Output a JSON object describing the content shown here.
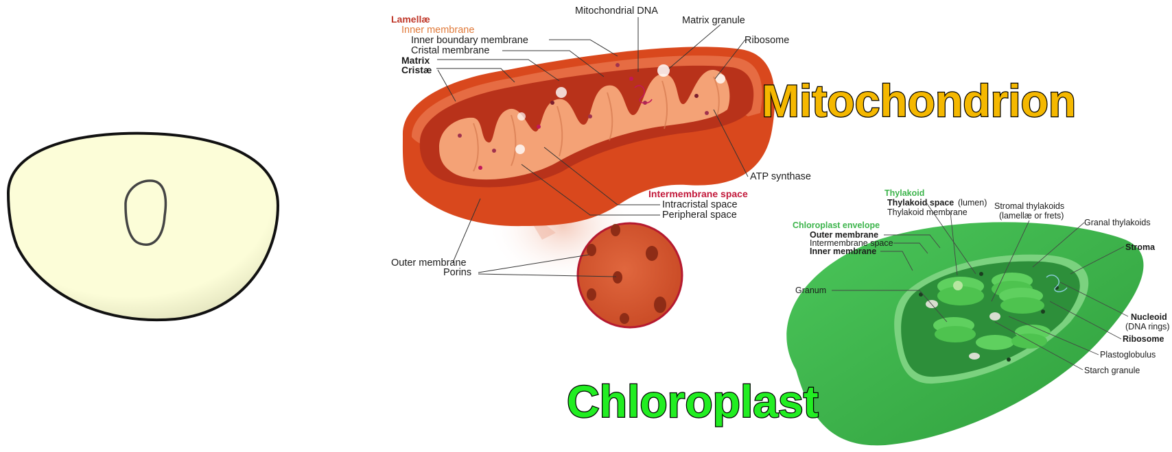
{
  "mitochondrion": {
    "title": "Mitochondrion",
    "title_color": "#f5b800",
    "labels": {
      "lamellae": "Lamellæ",
      "inner_membrane": "Inner membrane",
      "inner_boundary_membrane": "Inner boundary membrane",
      "cristal_membrane": "Cristal membrane",
      "matrix": "Matrix",
      "cristae": "Cristæ",
      "mitochondrial_dna": "Mitochondrial DNA",
      "matrix_granule": "Matrix granule",
      "ribosome": "Ribosome",
      "atp_synthase": "ATP synthase",
      "intermembrane_space": "Intermembrane space",
      "intracristal_space": "Intracristal space",
      "peripheral_space": "Peripheral space",
      "outer_membrane": "Outer membrane",
      "porins": "Porins"
    },
    "colors": {
      "outer": "#d9481d",
      "inner": "#f29b6b",
      "accent_label": "#c0392b",
      "orange_label": "#e07a3a"
    }
  },
  "chloroplast": {
    "title": "Chloroplast",
    "title_color": "#22ee22",
    "labels": {
      "thylakoid": "Thylakoid",
      "thylakoid_space": "Thylakoid space",
      "thylakoid_space_note": "(lumen)",
      "thylakoid_membrane": "Thylakoid membrane",
      "stromal_thylakoids": "Stromal thylakoids",
      "stromal_thylakoids_note": "(lamellæ or frets)",
      "chloroplast_envelope": "Chloroplast envelope",
      "outer_membrane": "Outer membrane",
      "intermembrane_space": "Intermembrane space",
      "inner_membrane": "Inner membrane",
      "granal_thylakoids": "Granal thylakoids",
      "stroma": "Stroma",
      "granum": "Granum",
      "nucleoid": "Nucleoid",
      "nucleoid_note": "(DNA rings)",
      "ribosome": "Ribosome",
      "plastoglobulus": "Plastoglobulus",
      "starch_granule": "Starch granule"
    },
    "colors": {
      "body": "#3cb44b",
      "label_green": "#3cb44b"
    }
  },
  "cell": {
    "fill": "#fcfdd8",
    "outline": "#111111",
    "nucleus_outline": "#444444"
  }
}
